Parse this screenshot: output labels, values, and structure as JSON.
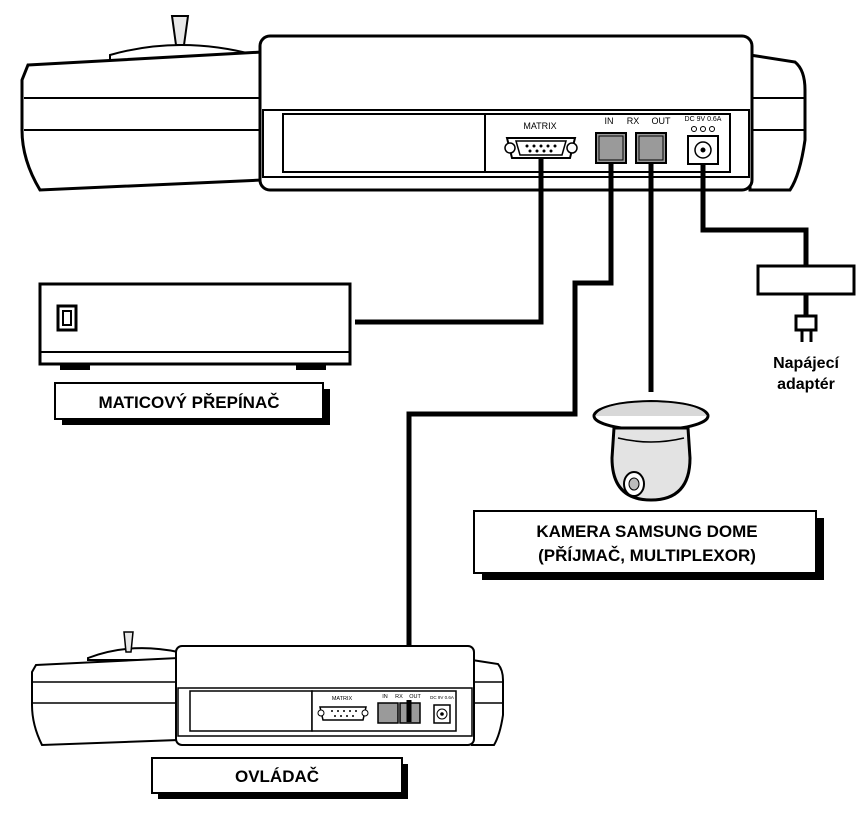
{
  "labels": {
    "matrix_switcher": "MATICOVÝ PŘEPÍNAČ",
    "camera_line1": "KAMERA SAMSUNG DOME",
    "camera_line2": "(PŘÍJMAČ, MULTIPLEXOR)",
    "adapter_line1": "Napájecí",
    "adapter_line2": "adaptér",
    "controller": "OVLÁDAČ"
  },
  "top_panel": {
    "matrix": "MATRIX",
    "in": "IN",
    "rx": "RX",
    "out": "OUT",
    "dc": "DC 9V 0.6A"
  },
  "bottom_panel": {
    "matrix": "MATRIX",
    "in": "IN",
    "rx": "RX",
    "out": "OUT",
    "dc": "DC 9V 0.6A"
  },
  "colors": {
    "line": "#000000",
    "fill": "#ffffff",
    "shadow": "#000000"
  }
}
